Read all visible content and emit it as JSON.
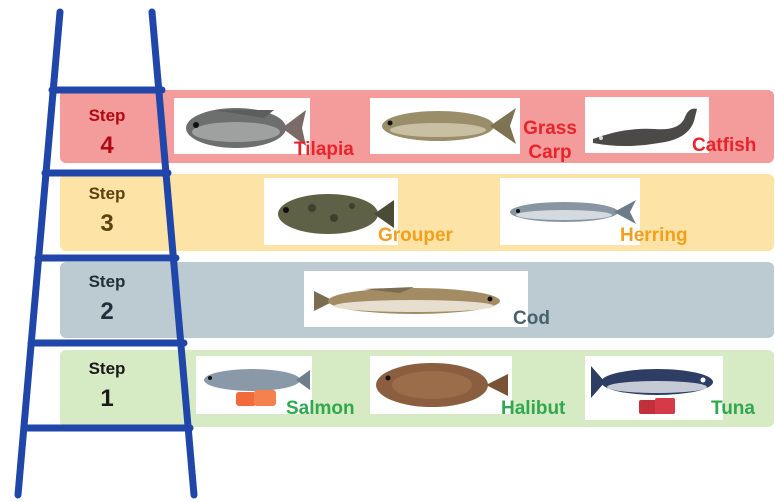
{
  "colors": {
    "step4": "#f29c9c",
    "step3": "#fbe2a4",
    "step2": "#b9c9cf",
    "step1": "#d3e8bf",
    "red": "#e8242b",
    "orange": "#f0a01c",
    "slate": "#47626c",
    "green": "#2fa84e",
    "ladder": "#1f46a8"
  },
  "steps": [
    {
      "word": "Step",
      "num": "4",
      "fish": [
        "Tilapia",
        "Grass Carp",
        "Catfish"
      ]
    },
    {
      "word": "Step",
      "num": "3",
      "fish": [
        "Grouper",
        "Herring"
      ]
    },
    {
      "word": "Step",
      "num": "2",
      "fish": [
        "Cod"
      ]
    },
    {
      "word": "Step",
      "num": "1",
      "fish": [
        "Salmon",
        "Halibut",
        "Tuna"
      ]
    }
  ],
  "icons": [
    "tilapia-icon",
    "grass-carp-icon",
    "catfish-icon",
    "grouper-icon",
    "herring-icon",
    "cod-icon",
    "salmon-icon",
    "halibut-icon",
    "tuna-icon"
  ]
}
